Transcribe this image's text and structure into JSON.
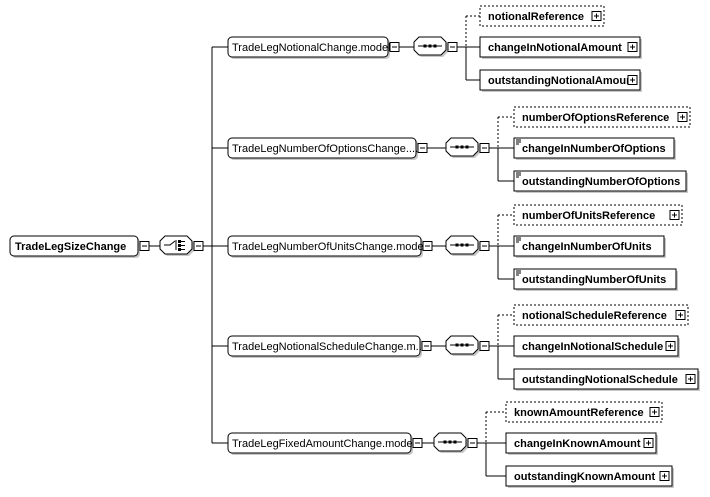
{
  "root": {
    "label": "TradeLegSizeChange"
  },
  "groups": [
    {
      "label": "TradeLegNotionalChange.model",
      "children": [
        {
          "label": "notionalReference",
          "optional": true,
          "expandable": true,
          "attr": false
        },
        {
          "label": "changeInNotionalAmount",
          "optional": false,
          "expandable": true,
          "attr": false
        },
        {
          "label": "outstandingNotionalAmount",
          "optional": false,
          "expandable": true,
          "attr": false
        }
      ]
    },
    {
      "label": "TradeLegNumberOfOptionsChange....",
      "children": [
        {
          "label": "numberOfOptionsReference",
          "optional": true,
          "expandable": true,
          "attr": false
        },
        {
          "label": "changeInNumberOfOptions",
          "optional": false,
          "expandable": false,
          "attr": true
        },
        {
          "label": "outstandingNumberOfOptions",
          "optional": false,
          "expandable": false,
          "attr": true
        }
      ]
    },
    {
      "label": "TradeLegNumberOfUnitsChange.model",
      "children": [
        {
          "label": "numberOfUnitsReference",
          "optional": true,
          "expandable": true,
          "attr": false
        },
        {
          "label": "changeInNumberOfUnits",
          "optional": false,
          "expandable": false,
          "attr": true
        },
        {
          "label": "outstandingNumberOfUnits",
          "optional": false,
          "expandable": false,
          "attr": true
        }
      ]
    },
    {
      "label": "TradeLegNotionalScheduleChange.m...",
      "children": [
        {
          "label": "notionalScheduleReference",
          "optional": true,
          "expandable": true,
          "attr": false
        },
        {
          "label": "changeInNotionalSchedule",
          "optional": false,
          "expandable": true,
          "attr": false
        },
        {
          "label": "outstandingNotionalSchedule",
          "optional": false,
          "expandable": true,
          "attr": false
        }
      ]
    },
    {
      "label": "TradeLegFixedAmountChange.model",
      "children": [
        {
          "label": "knownAmountReference",
          "optional": true,
          "expandable": true,
          "attr": false
        },
        {
          "label": "changeInKnownAmount",
          "optional": false,
          "expandable": true,
          "attr": false
        },
        {
          "label": "outstandingKnownAmount",
          "optional": false,
          "expandable": true,
          "attr": false
        }
      ]
    }
  ]
}
